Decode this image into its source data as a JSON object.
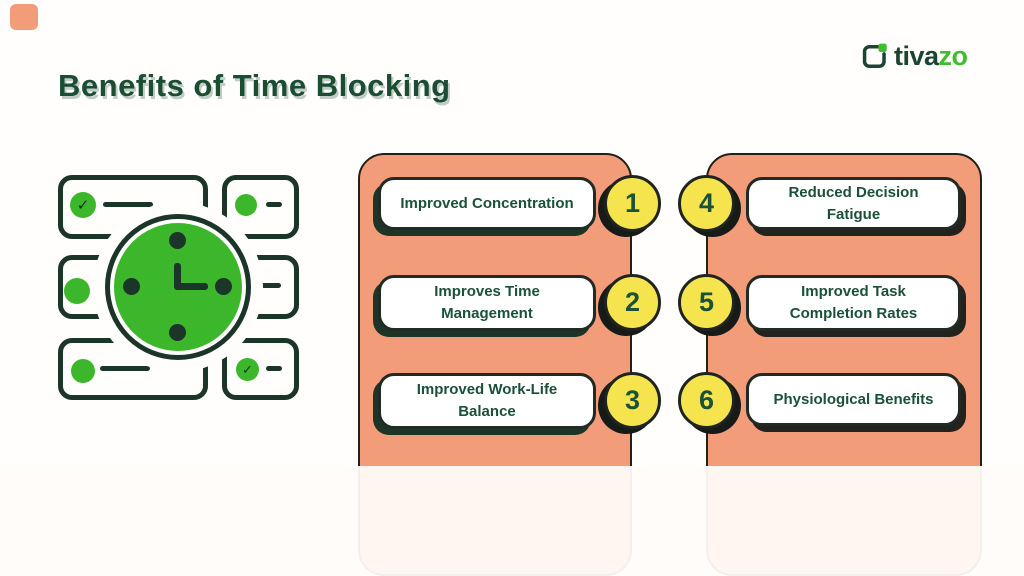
{
  "header": {
    "title": "Benefits of Time Blocking"
  },
  "brand": {
    "name_primary": "tiva",
    "name_accent": "zo"
  },
  "benefits_left": [
    {
      "number": "1",
      "label": "Improved Concentration"
    },
    {
      "number": "2",
      "label": "Improves Time Management"
    },
    {
      "number": "3",
      "label": "Improved Work-Life Balance"
    }
  ],
  "benefits_right": [
    {
      "number": "4",
      "label": "Reduced Decision Fatigue"
    },
    {
      "number": "5",
      "label": "Improved Task Completion Rates"
    },
    {
      "number": "6",
      "label": "Physiological Benefits"
    }
  ],
  "icons": {
    "check": "✓"
  },
  "colors": {
    "panel_salmon": "#f39c7a",
    "badge_yellow": "#f6e44e",
    "accent_green": "#3cb72b",
    "text_dark_green": "#1a5138",
    "outline_dark": "#1c3529",
    "brand_dark": "#1b4433",
    "brand_green": "#3fbe2f"
  }
}
